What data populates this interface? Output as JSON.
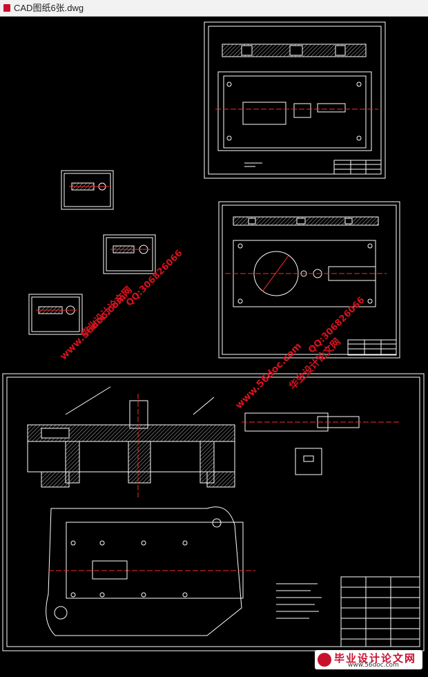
{
  "window": {
    "title": "CAD图纸6张.dwg"
  },
  "watermarks": {
    "site_cn": "华业设计论文网",
    "site_url": "www.56doc.com",
    "qq": "QQ:306826066"
  },
  "brand": {
    "name": "毕业设计论文网",
    "url": "www.56doc.com"
  },
  "colors": {
    "background": "#000000",
    "line": "#ffffff",
    "centerline": "#ff2a2a",
    "hatch": "#c0c0c0",
    "watermark": "#d8121e",
    "titlebar": "#f2f2f2"
  }
}
